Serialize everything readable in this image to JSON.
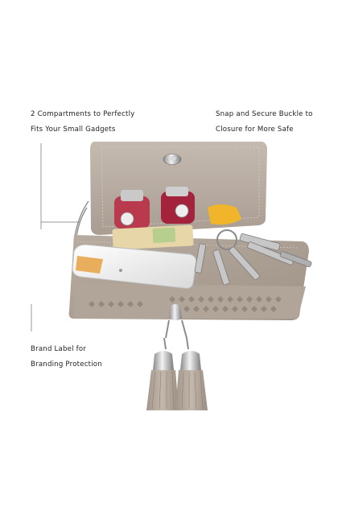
{
  "callouts": {
    "compartments": {
      "line1": "2 Compartments to Perfectly",
      "line2": "Fits Your Small Gadgets"
    },
    "buckle": {
      "line1": "Snap and Secure Buckle to",
      "line2": "Closure for More Safe"
    },
    "brand_label": {
      "line1": "Brand Label for",
      "line2": "Branding Protection"
    }
  },
  "colors": {
    "leather": "#b9ada2",
    "leather_dark": "#9e9287",
    "leather_light": "#d1c7bd",
    "background": "#ffffff",
    "callout_line": "#9a9a9a"
  }
}
